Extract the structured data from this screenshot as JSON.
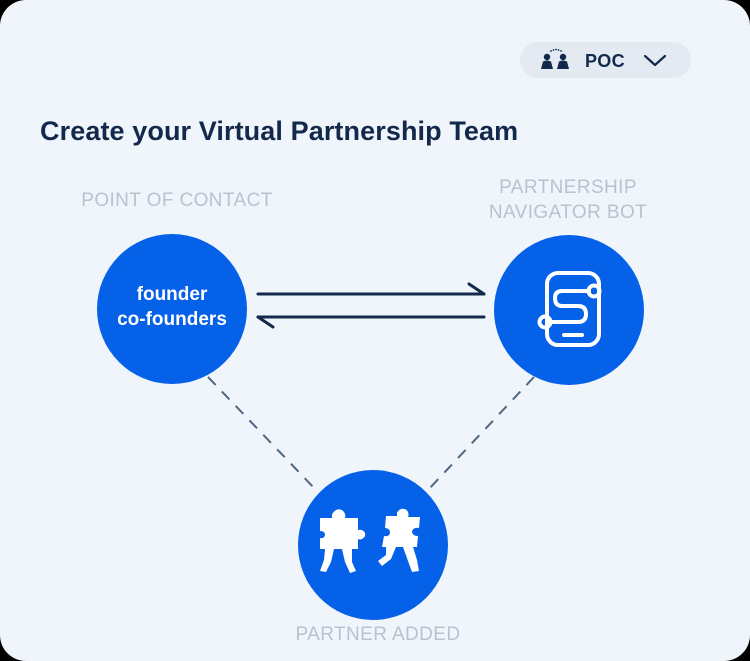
{
  "header": {
    "role_selector": {
      "icon": "people-icon",
      "label": "POC",
      "chevron": "chevron-down-icon"
    }
  },
  "title": "Create your Virtual Partnership Team",
  "nodes": {
    "point_of_contact": {
      "label": "POINT OF CONTACT",
      "lines": [
        "founder",
        "co-founders"
      ]
    },
    "navigator_bot": {
      "label": "PARTNERSHIP NAVIGATOR BOT",
      "icon": "navigator-bot-icon"
    },
    "partner": {
      "label": "PARTNER ADDED",
      "icon": "puzzle-people-icon"
    }
  },
  "colors": {
    "background": "#f0f5fb",
    "node_fill": "#0561e8",
    "title": "#13294b",
    "muted_label": "#b8c2d0",
    "connector": "#13294b",
    "dashed": "#4f6682"
  }
}
